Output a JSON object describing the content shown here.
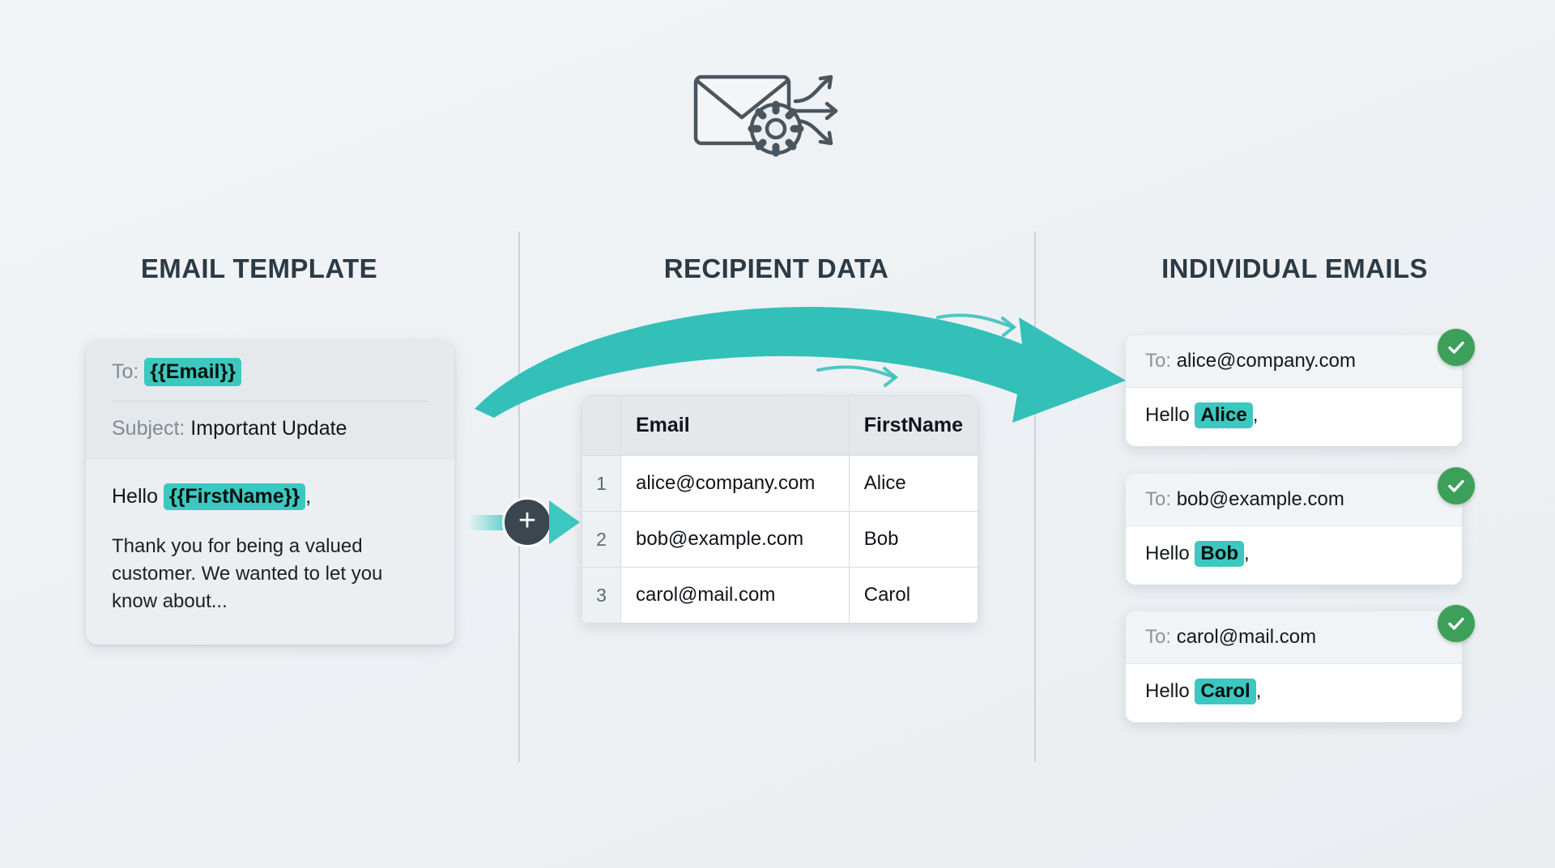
{
  "header": {
    "icon": "envelope-gear-arrows-icon"
  },
  "columns": {
    "left_title": "EMAIL TEMPLATE",
    "center_title": "RECIPIENT DATA",
    "right_title": "INDIVIDUAL EMAILS"
  },
  "template": {
    "to_label": "To:",
    "to_token": "{{Email}}",
    "subject_label": "Subject:",
    "subject_value": "Important Update",
    "greeting_prefix": "Hello",
    "greeting_token": "{{FirstName}}",
    "greeting_suffix": ",",
    "body_paragraph": "Thank you for being a valued customer. We wanted to let you know about..."
  },
  "merge": {
    "plus_label": "+",
    "icon": "plus-circle-icon",
    "arrow_icon": "merge-arrow-icon"
  },
  "recipient_table": {
    "row_number_header": "",
    "headers": [
      "Email",
      "FirstName"
    ],
    "rows": [
      {
        "n": "1",
        "email": "alice@company.com",
        "firstname": "Alice"
      },
      {
        "n": "2",
        "email": "bob@example.com",
        "firstname": "Bob"
      },
      {
        "n": "3",
        "email": "carol@mail.com",
        "firstname": "Carol"
      }
    ]
  },
  "individual_emails": [
    {
      "to_label": "To:",
      "to_value": "alice@company.com",
      "greeting_prefix": "Hello",
      "name": "Alice",
      "greeting_suffix": ",",
      "status_icon": "check-circle-icon"
    },
    {
      "to_label": "To:",
      "to_value": "bob@example.com",
      "greeting_prefix": "Hello",
      "name": "Bob",
      "greeting_suffix": ",",
      "status_icon": "check-circle-icon"
    },
    {
      "to_label": "To:",
      "to_value": "carol@mail.com",
      "greeting_prefix": "Hello",
      "name": "Carol",
      "greeting_suffix": ",",
      "status_icon": "check-circle-icon"
    }
  ],
  "colors": {
    "accent_teal": "#3cc8c0",
    "arrow_teal": "#33c0b8",
    "success_green": "#3da05a",
    "heading_dark": "#2b3a44",
    "background": "#eef1f4"
  }
}
